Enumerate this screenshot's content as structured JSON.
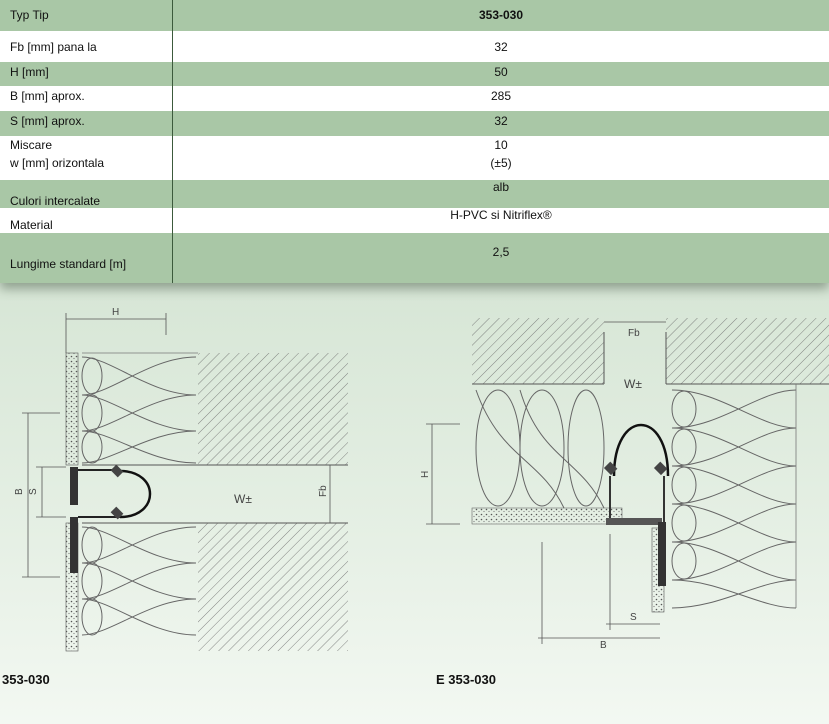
{
  "table": {
    "rows": [
      {
        "label": "Typ Tip",
        "value": "353-030",
        "shade": "g",
        "bold": true
      },
      {
        "label": "Fb [mm] pana la",
        "value": "32",
        "shade": "w"
      },
      {
        "label": "H [mm]",
        "value": "50",
        "shade": "g"
      },
      {
        "label": "B [mm] aprox.",
        "value": "285",
        "shade": "w"
      },
      {
        "label": "S [mm] aprox.",
        "value": "32",
        "shade": "g"
      },
      {
        "label": "Miscare",
        "label2": "w [mm] orizontala",
        "value": "10",
        "value2": "(±5)",
        "shade": "w"
      },
      {
        "label": "Culori intercalate",
        "value": "alb",
        "shade": "g"
      },
      {
        "label": "Material",
        "value": "H-PVC si Nitriflex®",
        "shade": "w"
      },
      {
        "label": "Lungime standard [m]",
        "value": "2,5",
        "shade": "g"
      }
    ]
  },
  "drawings": {
    "left": {
      "caption": "353-030",
      "dim_h": "H",
      "dim_b": "B",
      "dim_s": "S",
      "dim_w": "W±",
      "dim_fb": "Fb"
    },
    "right": {
      "caption": "E 353-030",
      "dim_fb": "Fb",
      "dim_w": "W±",
      "dim_h": "H",
      "dim_s": "S",
      "dim_b": "B"
    }
  }
}
